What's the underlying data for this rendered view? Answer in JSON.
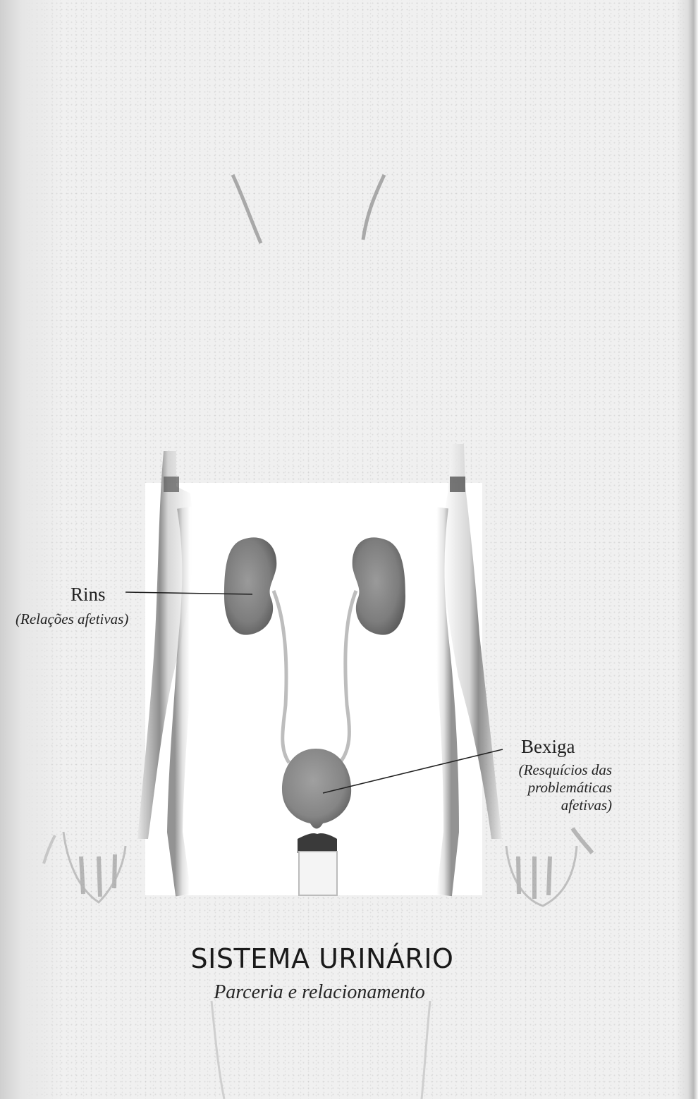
{
  "labels": {
    "rins": "Rins",
    "rins_sub": "(Relações afetivas)",
    "bexiga": "Bexiga",
    "bexiga_sub": "(Resquícios das problemáticas afetivas)"
  },
  "title": "SISTEMA URINÁRIO",
  "subtitle": "Parceria e relacionamento"
}
